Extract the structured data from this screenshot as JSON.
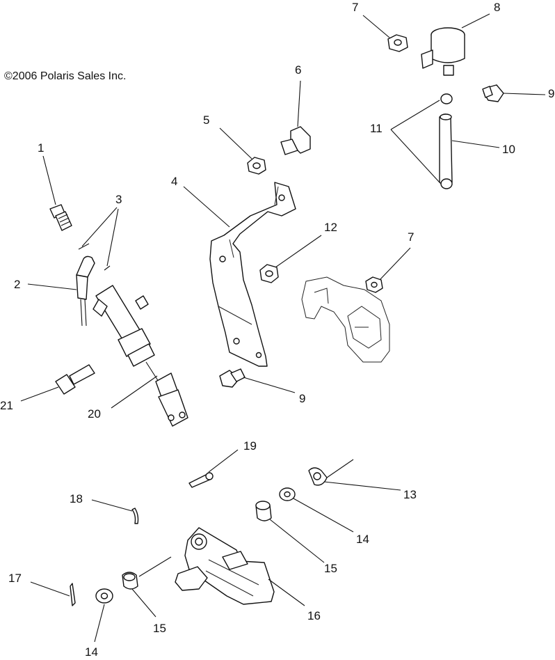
{
  "copyright": "©2006 Polaris Sales Inc.",
  "callouts": [
    "1",
    "2",
    "3",
    "4",
    "5",
    "6",
    "7",
    "7",
    "8",
    "9",
    "9",
    "10",
    "11",
    "12",
    "13",
    "14",
    "14",
    "15",
    "15",
    "16",
    "17",
    "18",
    "19",
    "20",
    "21"
  ]
}
